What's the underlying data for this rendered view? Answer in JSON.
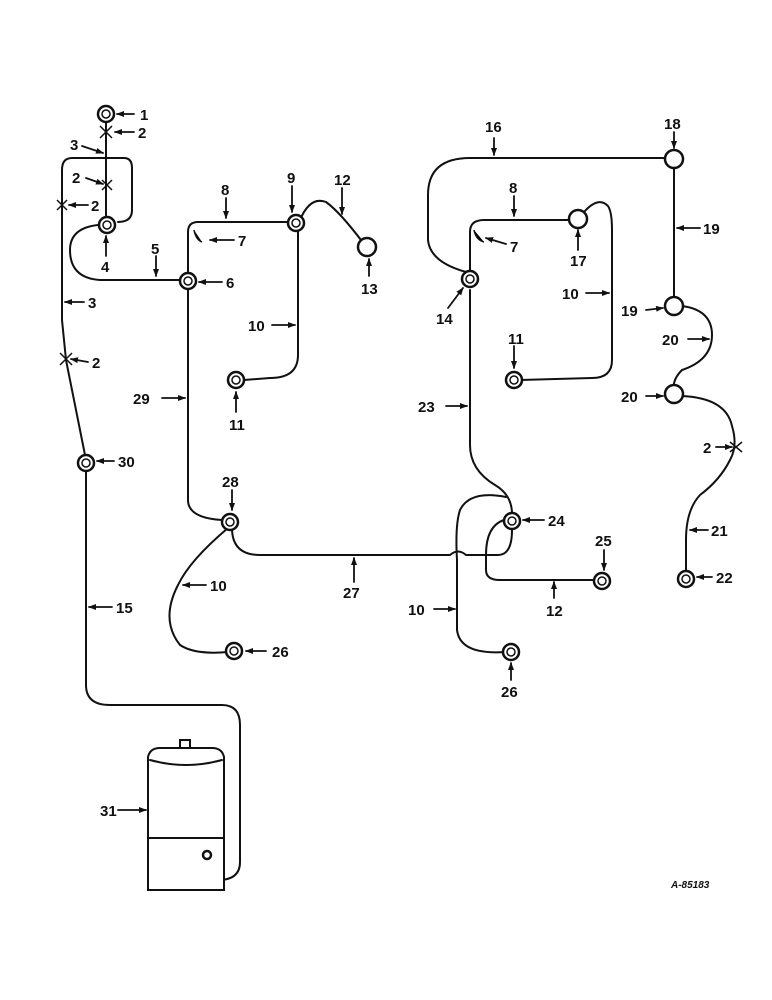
{
  "diagram_code": "A-85183",
  "callouts": [
    "1",
    "2",
    "2",
    "2",
    "2",
    "2",
    "2",
    "3",
    "3",
    "4",
    "5",
    "6",
    "7",
    "7",
    "8",
    "8",
    "9",
    "10",
    "10",
    "10",
    "10",
    "10",
    "11",
    "11",
    "12",
    "12",
    "13",
    "14",
    "15",
    "15",
    "16",
    "17",
    "18",
    "19",
    "19",
    "20",
    "21",
    "22",
    "23",
    "24",
    "25",
    "26",
    "26",
    "27",
    "28",
    "29",
    "30",
    "31"
  ]
}
